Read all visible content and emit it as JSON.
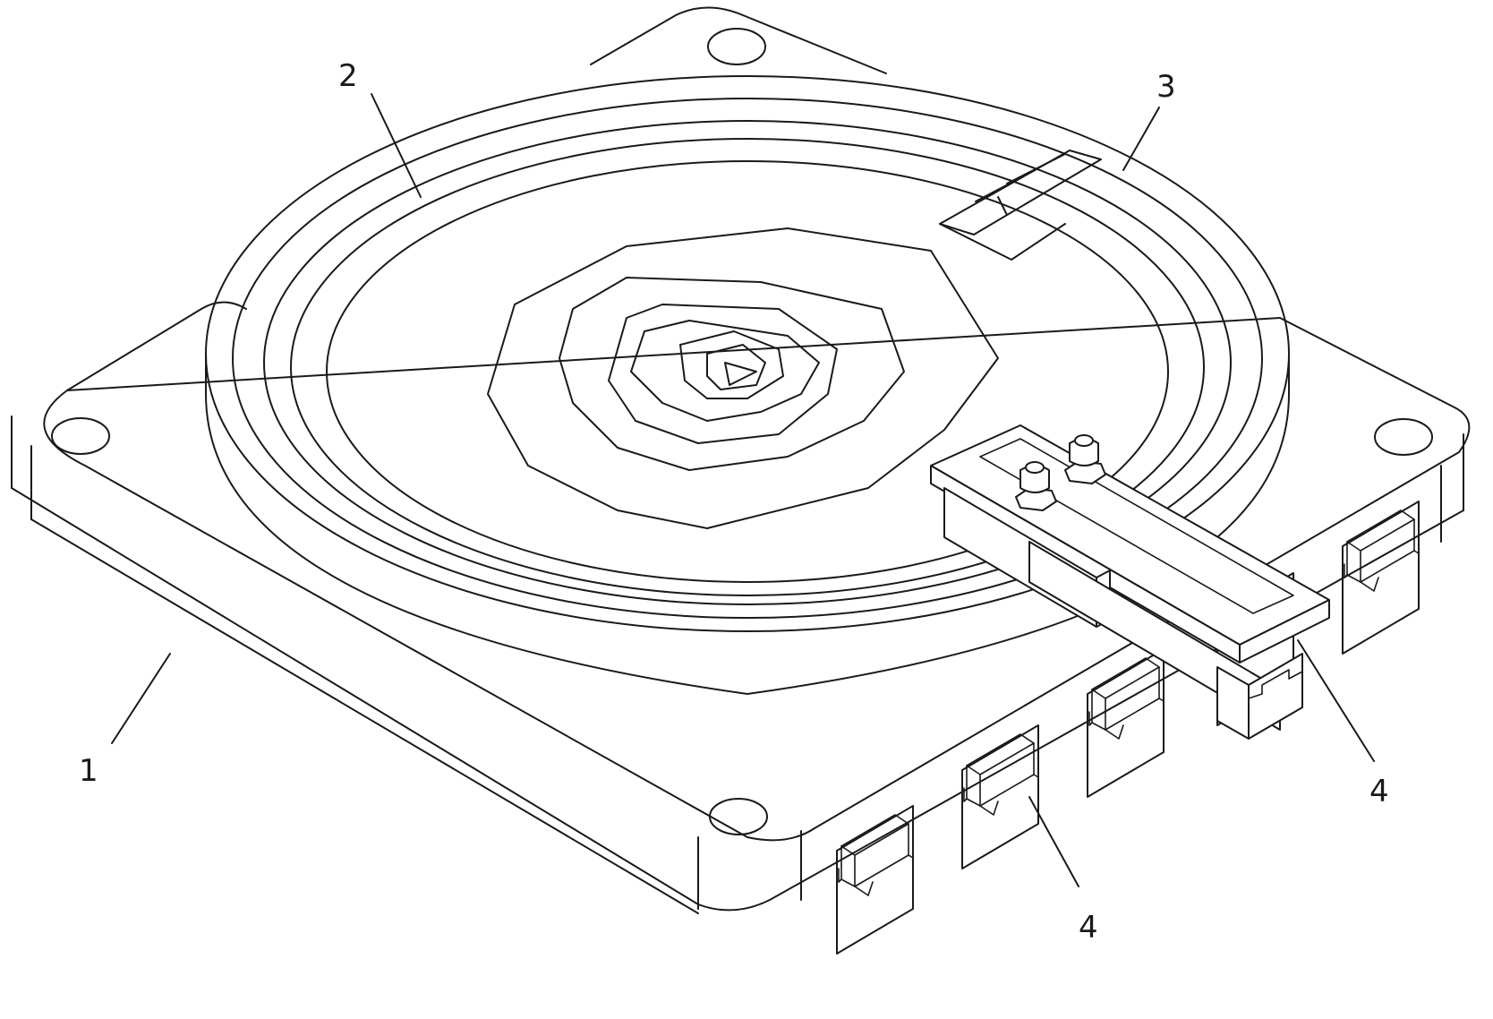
{
  "labels": {
    "base": "1",
    "turntable": "2",
    "marker": "3",
    "clamp_upper": "4",
    "clamp_lower": "4"
  },
  "colors": {
    "line": "#1a1a1a",
    "background": "#ffffff"
  }
}
